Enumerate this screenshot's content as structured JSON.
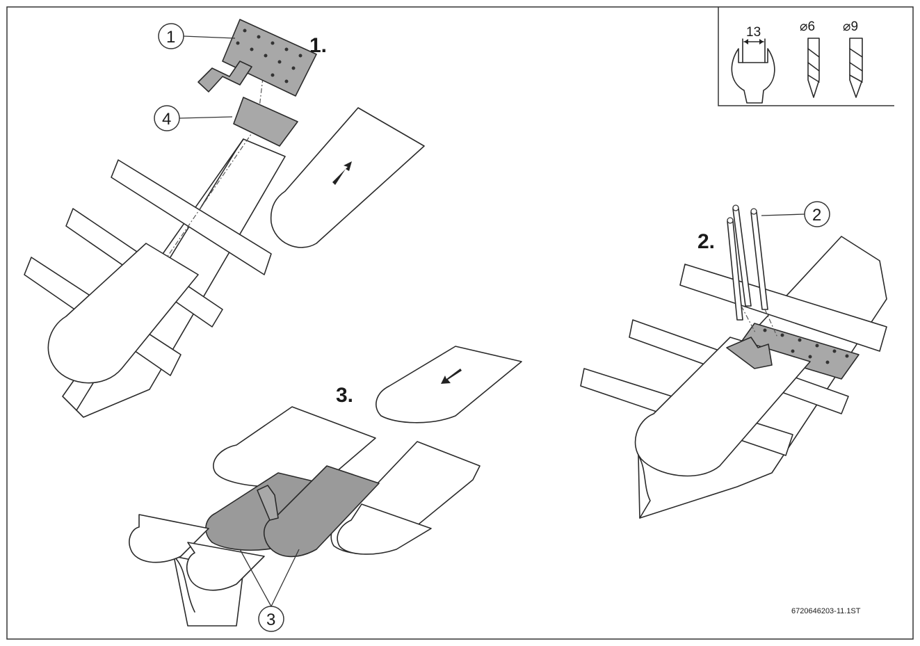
{
  "steps": {
    "one": "1.",
    "two": "2.",
    "three": "3."
  },
  "callouts": {
    "c1": "1",
    "c2": "2",
    "c3": "3",
    "c4": "4"
  },
  "tools": {
    "wrench_size": "13",
    "drill_small": "⌀6",
    "drill_large": "⌀9"
  },
  "drawing_code": "6720646203-11.1ST",
  "icons": [
    "wrench-icon",
    "drill-bit-icon",
    "arrow-icon"
  ]
}
